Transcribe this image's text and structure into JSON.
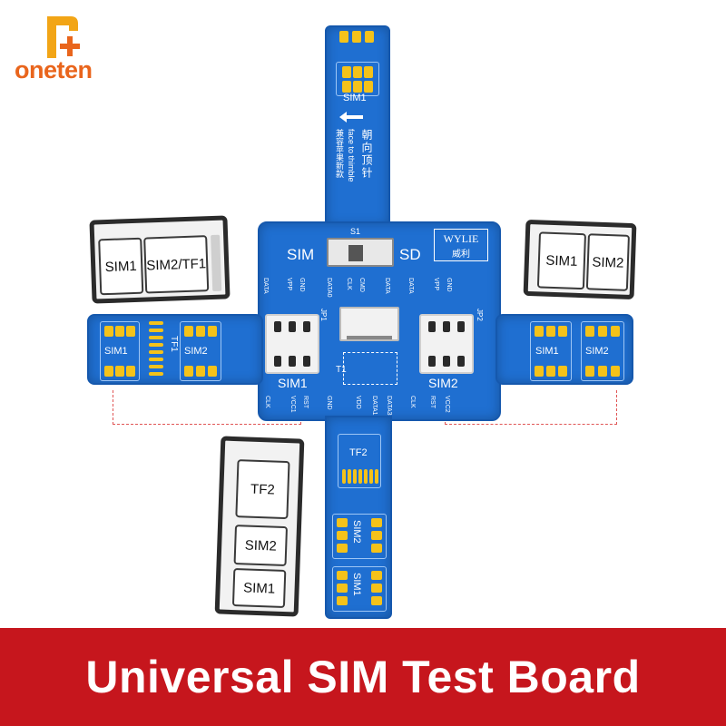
{
  "brand": {
    "name": "oneten",
    "color": "#e9651c"
  },
  "board": {
    "top_tab_label": "SIM1",
    "arrow_label_cn": "朝向顶针",
    "arrow_label_en": "face to thimble",
    "arrow_sub_cn": "兼容苹果新款",
    "switch_label_left": "SIM",
    "switch_label_right": "SD",
    "brand_box": "WYLIE",
    "brand_box_cn": "威利",
    "s1": "S1",
    "left_tab_sim1": "SIM1",
    "left_tab_tf1": "TF1",
    "left_tab_sim2": "SIM2",
    "right_tab_sim1": "SIM1",
    "right_tab_sim2": "SIM2",
    "socket1_label": "SIM1",
    "socket2_label": "SIM2",
    "jp1": "JP1",
    "jp2": "JP2",
    "t1": "T1",
    "bottom_tf2": "TF2",
    "bottom_sim2": "SIM2",
    "bottom_sim1": "SIM1",
    "top_pins": [
      "DATA",
      "VPP",
      "GND",
      "DATA0",
      "CLK",
      "CMD",
      "DATA",
      "DATA",
      "VPP",
      "GND"
    ],
    "bottom_pins": [
      "CLK",
      "VCC1",
      "RST",
      "GND",
      "VDD",
      "DATA1",
      "DATA3",
      "CLK",
      "RST",
      "VCC2"
    ]
  },
  "trays": {
    "left": [
      "SIM1",
      "SIM2/TF1"
    ],
    "right": [
      "SIM1",
      "SIM2"
    ],
    "bottom": [
      "TF2",
      "SIM2",
      "SIM1"
    ]
  },
  "footer": {
    "title": "Universal SIM Test Board",
    "color": "#c6161d"
  }
}
